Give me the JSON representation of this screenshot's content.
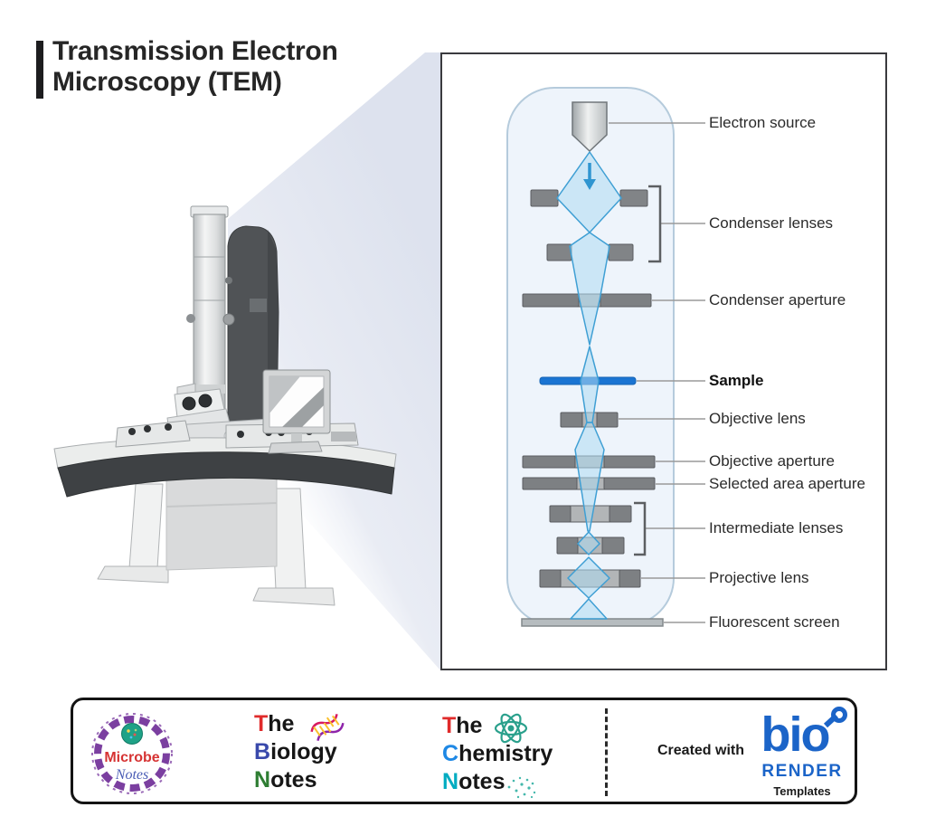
{
  "title": {
    "line1": "Transmission Electron",
    "line2": "Microscopy (TEM)"
  },
  "diagram": {
    "labels": [
      {
        "text": "Electron source"
      },
      {
        "text": "Condenser lenses"
      },
      {
        "text": "Condenser aperture"
      },
      {
        "text": "Sample"
      },
      {
        "text": "Objective lens"
      },
      {
        "text": "Objective aperture"
      },
      {
        "text": "Selected area aperture"
      },
      {
        "text": "Intermediate lenses"
      },
      {
        "text": "Projective lens"
      },
      {
        "text": "Fluorescent screen"
      }
    ],
    "colors": {
      "beam": "#aedbf2",
      "beam_edge": "#3f9fd4",
      "sample_bar": "#1a74d2",
      "lens_bar": "#818487",
      "aperture_center": "#b2b5b7",
      "fluorescent_screen": "#b6bcbf",
      "column_fill": "#eef4fb",
      "column_border": "#b5cbdc"
    }
  },
  "footer": {
    "microbe": {
      "word1": "Microbe",
      "word2": "Notes",
      "word1_color": "#d63333",
      "word2_color": "#4a5cb5",
      "ring_color": "#7b3fa0"
    },
    "biology": {
      "l1_first": "T",
      "l1_rest": "he",
      "l2_first": "B",
      "l2_rest": "iology",
      "l3_first": "N",
      "l3_rest": "otes",
      "first_colors": [
        "#e02b2b",
        "#3949ab",
        "#2e7d32"
      ]
    },
    "chemistry": {
      "l1_first": "T",
      "l1_rest": "he",
      "l2_first": "C",
      "l2_rest": "hemistry",
      "l3_first": "N",
      "l3_rest": "otes",
      "first_colors": [
        "#e02b2b",
        "#1e88e5",
        "#00acc1"
      ]
    },
    "created_with": "Created with",
    "biorender": {
      "bio": "bio",
      "render": "RENDER",
      "templates": "Templates",
      "color": "#1b64c8"
    }
  }
}
